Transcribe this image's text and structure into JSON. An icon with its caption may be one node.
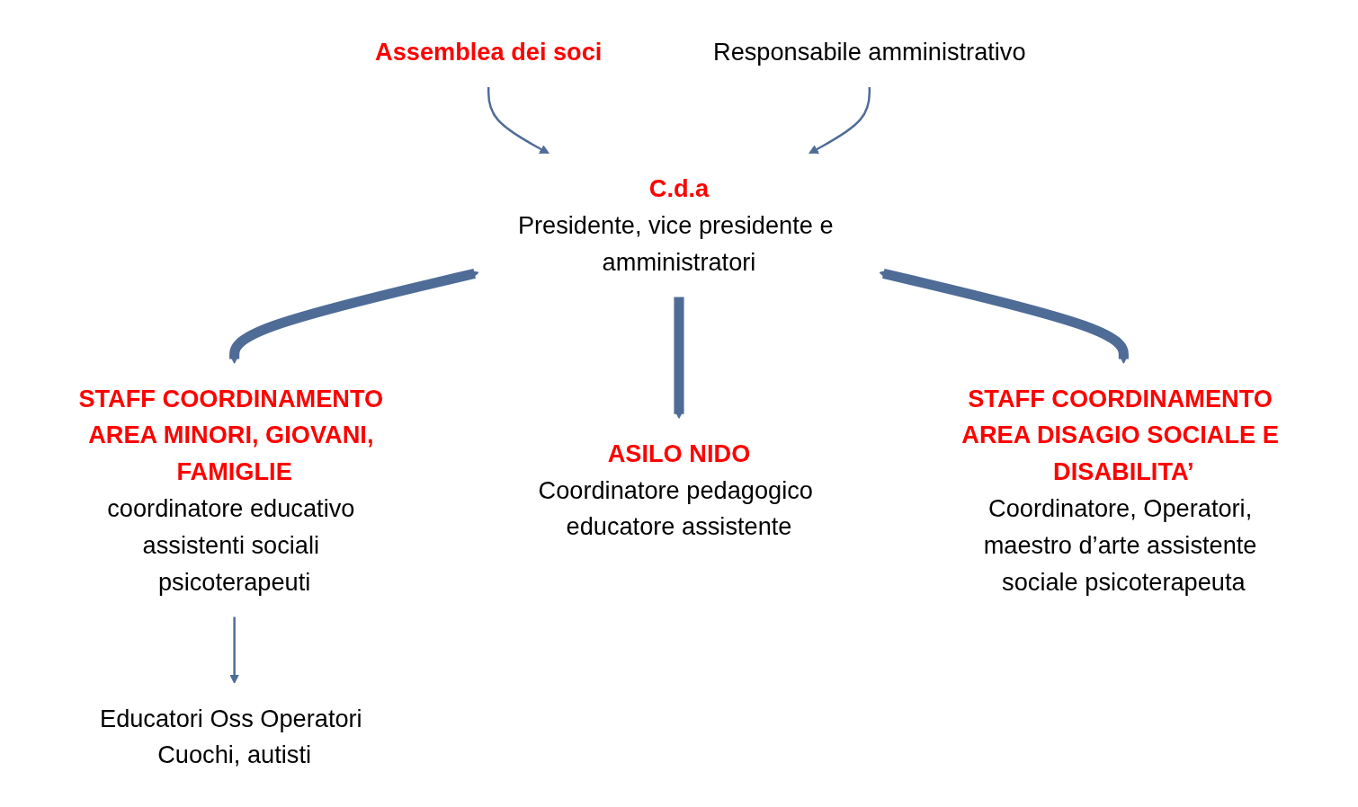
{
  "diagram": {
    "nodes": [
      {
        "text": [
          "Assemblea dei soci"
        ]
      },
      {
        "text": [
          "C.d.a",
          "Presidente, vice presidente e amministratori"
        ]
      },
      {
        "text": [
          "Responsabile amministrativo"
        ]
      },
      {
        "text": [
          "STAFF COORDINAMENTO AREA MINORI, GIOVANI, FAMIGLIE",
          "coordinatore educativo assistenti sociali psicoterapeuti"
        ]
      },
      {
        "text": [
          "Educatori Oss Operatori Cuochi, autisti"
        ]
      },
      {
        "text": [
          "ASILO NIDO",
          "Coordinatore pedagogico educatore assistente"
        ]
      },
      {
        "text": [
          "STAFF COORDINAMENTO AREA DISAGIO SOCIALE E DISABILITA’",
          "Coordinatore, Operatori, maestro d’arte assistente sociale psicoterapeuta"
        ]
      }
    ],
    "edges": [
      {
        "from": 0,
        "to": 1,
        "arrow": "to"
      },
      {
        "from": 2,
        "to": 1,
        "arrow": "to"
      },
      {
        "from": 1,
        "to": 3,
        "arrow": "both",
        "style": "thick"
      },
      {
        "from": 1,
        "to": 5,
        "arrow": "to",
        "style": "thick"
      },
      {
        "from": 1,
        "to": 6,
        "arrow": "both",
        "style": "thick"
      },
      {
        "from": 3,
        "to": 4,
        "arrow": "to"
      }
    ]
  }
}
